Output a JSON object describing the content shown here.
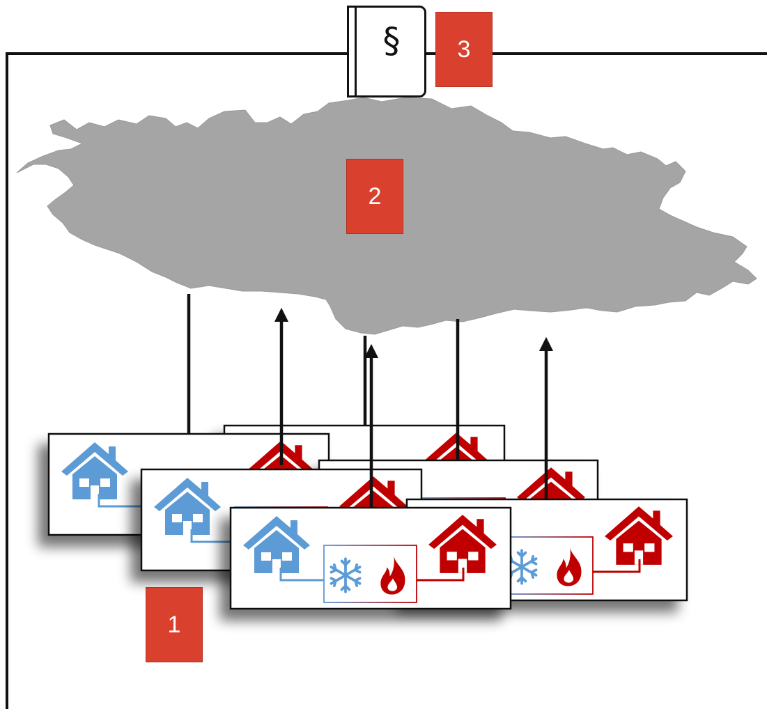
{
  "diagram": {
    "law_book": {
      "symbol": "§",
      "icon": "law-book-icon"
    },
    "badges": [
      {
        "id": "households",
        "label": "1"
      },
      {
        "id": "country-map",
        "label": "2"
      },
      {
        "id": "regulation",
        "label": "3"
      }
    ],
    "map": {
      "icon": "germany-map-shape",
      "color": "#a5a5a5"
    },
    "household_cards": {
      "count": 6,
      "icons": [
        "house-icon",
        "snowflake-icon",
        "flame-icon",
        "house-icon"
      ],
      "colors": {
        "cold": "#5b9bd5",
        "heat": "#c00000"
      }
    },
    "connections": [
      {
        "type": "line"
      },
      {
        "type": "arrow"
      },
      {
        "type": "line"
      },
      {
        "type": "arrow"
      },
      {
        "type": "line"
      },
      {
        "type": "arrow"
      }
    ]
  }
}
